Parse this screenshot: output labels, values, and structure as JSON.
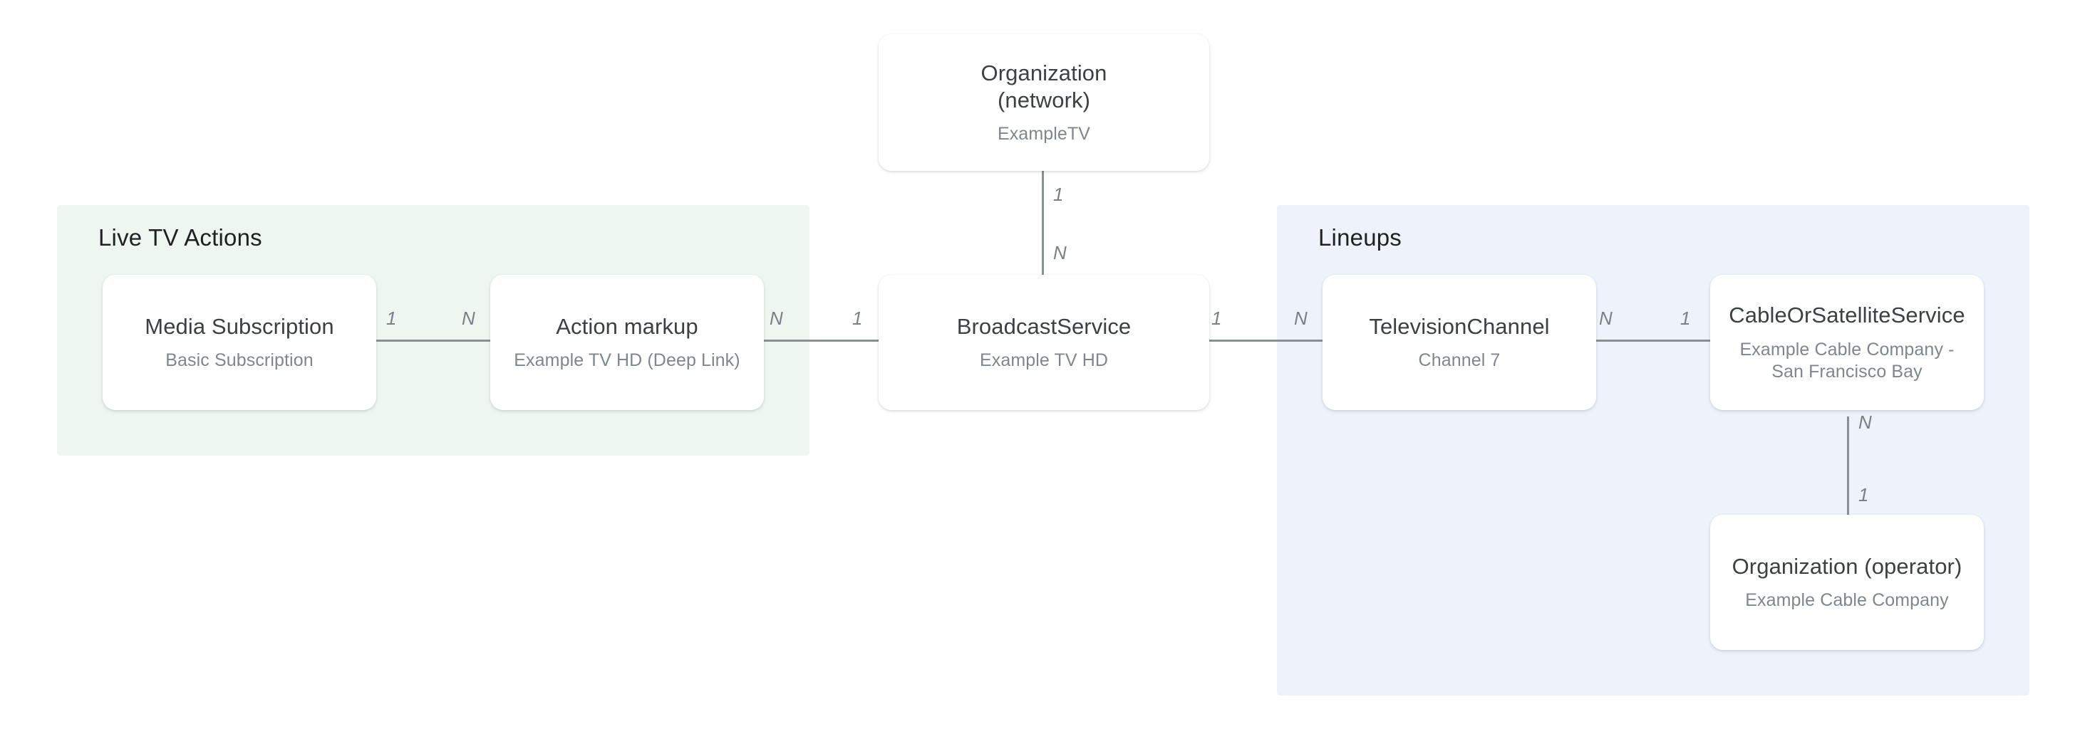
{
  "diagram": {
    "type": "entity-relationship",
    "groups": [
      {
        "id": "live-tv-actions",
        "label": "Live TV Actions",
        "color": "#eef6f1"
      },
      {
        "id": "lineups",
        "label": "Lineups",
        "color": "#eef2fb"
      }
    ],
    "nodes": [
      {
        "id": "organization-network",
        "title": "Organization\n(network)",
        "title_line1": "Organization",
        "title_line2": "(network)",
        "subtitle": "ExampleTV"
      },
      {
        "id": "media-subscription",
        "title": "Media Subscription",
        "subtitle": "Basic Subscription"
      },
      {
        "id": "action-markup",
        "title": "Action markup",
        "subtitle": "Example TV HD (Deep Link)"
      },
      {
        "id": "broadcast-service",
        "title": "BroadcastService",
        "subtitle": "Example TV HD"
      },
      {
        "id": "television-channel",
        "title": "TelevisionChannel",
        "subtitle": "Channel 7"
      },
      {
        "id": "cable-or-satellite-service",
        "title": "CableOrSatelliteService",
        "subtitle": "Example Cable Company - San Francisco Bay"
      },
      {
        "id": "organization-operator",
        "title": "Organization (operator)",
        "subtitle": "Example Cable Company"
      }
    ],
    "edges": [
      {
        "id": "org-network-to-broadcast",
        "from": "organization-network",
        "to": "broadcast-service",
        "from_cardinality": "1",
        "to_cardinality": "N",
        "orientation": "vertical"
      },
      {
        "id": "media-sub-to-action",
        "from": "media-subscription",
        "to": "action-markup",
        "from_cardinality": "1",
        "to_cardinality": "N",
        "orientation": "horizontal"
      },
      {
        "id": "action-to-broadcast",
        "from": "action-markup",
        "to": "broadcast-service",
        "from_cardinality": "N",
        "to_cardinality": "1",
        "orientation": "horizontal"
      },
      {
        "id": "broadcast-to-tvchannel",
        "from": "broadcast-service",
        "to": "television-channel",
        "from_cardinality": "1",
        "to_cardinality": "N",
        "orientation": "horizontal"
      },
      {
        "id": "tvchannel-to-cablesat",
        "from": "television-channel",
        "to": "cable-or-satellite-service",
        "from_cardinality": "N",
        "to_cardinality": "1",
        "orientation": "horizontal"
      },
      {
        "id": "cablesat-to-org-operator",
        "from": "cable-or-satellite-service",
        "to": "organization-operator",
        "from_cardinality": "N",
        "to_cardinality": "1",
        "orientation": "vertical"
      }
    ]
  }
}
